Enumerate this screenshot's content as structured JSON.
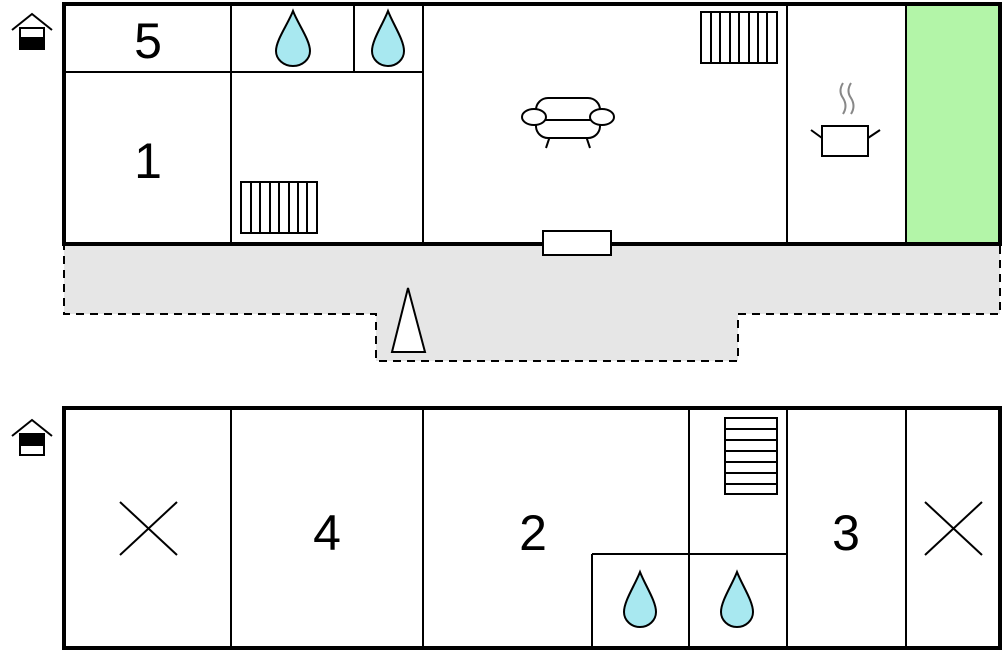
{
  "floor_plan": {
    "upper_floor": {
      "room_numbers": [
        "5",
        "1"
      ],
      "icons": [
        "floor-indicator-upper-icon",
        "bathroom-icon",
        "bathroom-icon",
        "radiator-icon",
        "radiator-icon",
        "sofa-icon",
        "kitchen-icon",
        "fireplace-icon"
      ],
      "balcony_color": "#b3f5a8"
    },
    "terrace": {
      "color": "#e6e6e6",
      "icons": [
        "north-arrow-icon"
      ]
    },
    "lower_floor": {
      "room_numbers": [
        "4",
        "2",
        "3"
      ],
      "icons": [
        "floor-indicator-lower-icon",
        "stairs-icon",
        "bathroom-icon",
        "bathroom-icon",
        "unused-cross-icon",
        "unused-cross-icon"
      ]
    },
    "water_drop_color": "#a8e8f0"
  }
}
